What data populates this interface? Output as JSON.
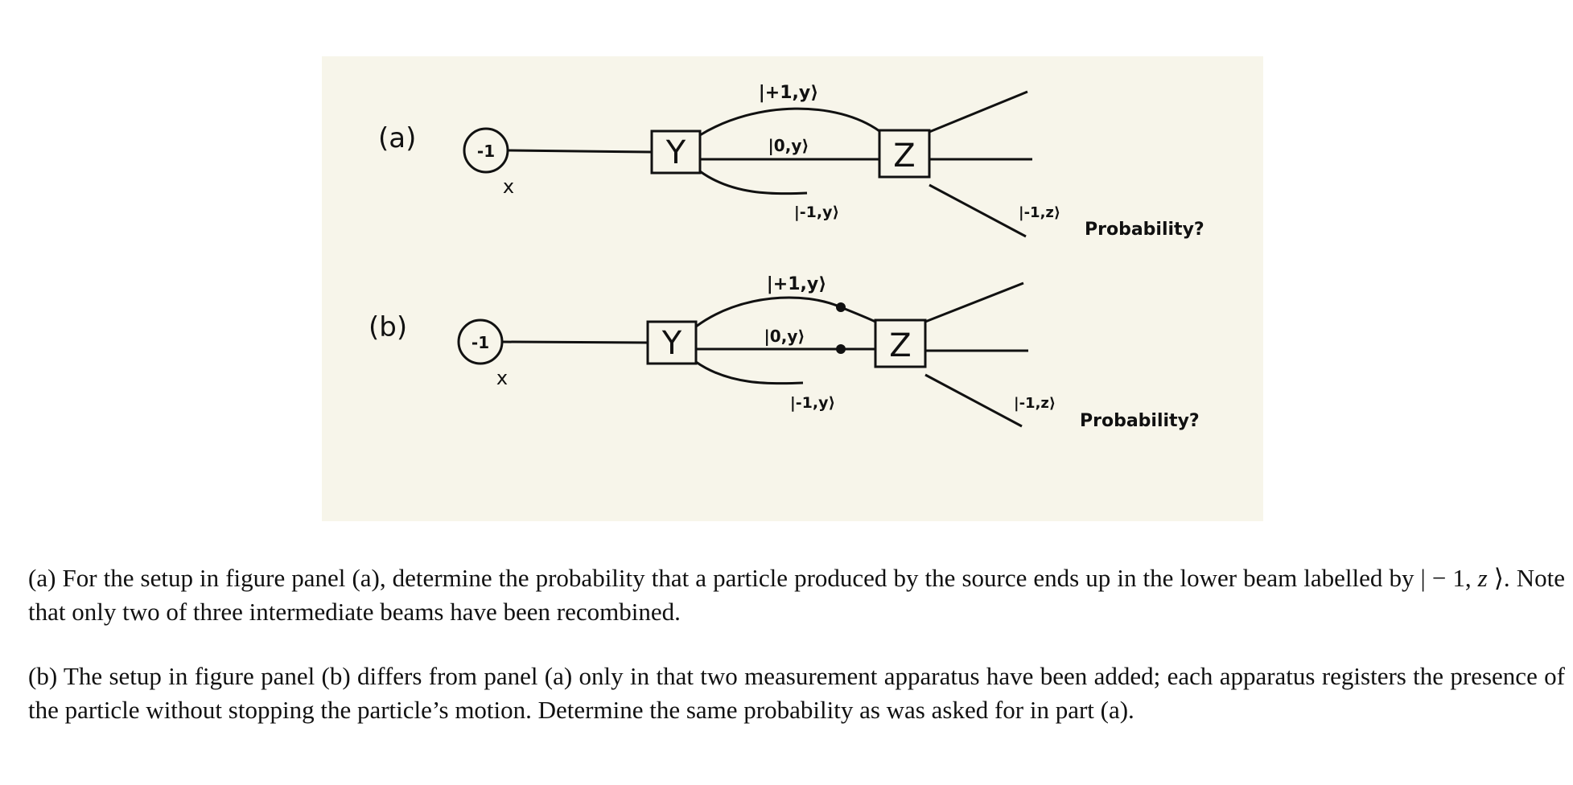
{
  "figure": {
    "panels": [
      {
        "label": "(a)",
        "source_value": "-1",
        "source_axis": "x",
        "box1_label": "Y",
        "box2_label": "Z",
        "beam_top": "|+1,y⟩",
        "beam_mid": "|0,y⟩",
        "beam_bottom": "|-1,y⟩",
        "output_label": "|-1,z⟩",
        "question": "Probability?"
      },
      {
        "label": "(b)",
        "source_value": "-1",
        "source_axis": "x",
        "box1_label": "Y",
        "box2_label": "Z",
        "beam_top": "|+1,y⟩",
        "beam_mid": "|0,y⟩",
        "beam_bottom": "|-1,y⟩",
        "output_label": "|-1,z⟩",
        "question": "Probability?"
      }
    ]
  },
  "text": {
    "part_a_prefix": "(a) For the setup in figure panel (a), determine the probability that a particle produced by the source ends up in the lower beam labelled by ",
    "part_a_ket_open": "| − 1, ",
    "part_a_ket_var": "z",
    "part_a_ket_close": " ⟩",
    "part_a_suffix": ". Note that only two of three intermediate beams have been recombined.",
    "part_b": "(b) The setup in figure panel (b) differs from panel (a) only in that two measurement apparatus have been added; each apparatus registers the presence of the particle without stopping the particle’s motion. Determine the same probability as was asked for in part (a)."
  }
}
